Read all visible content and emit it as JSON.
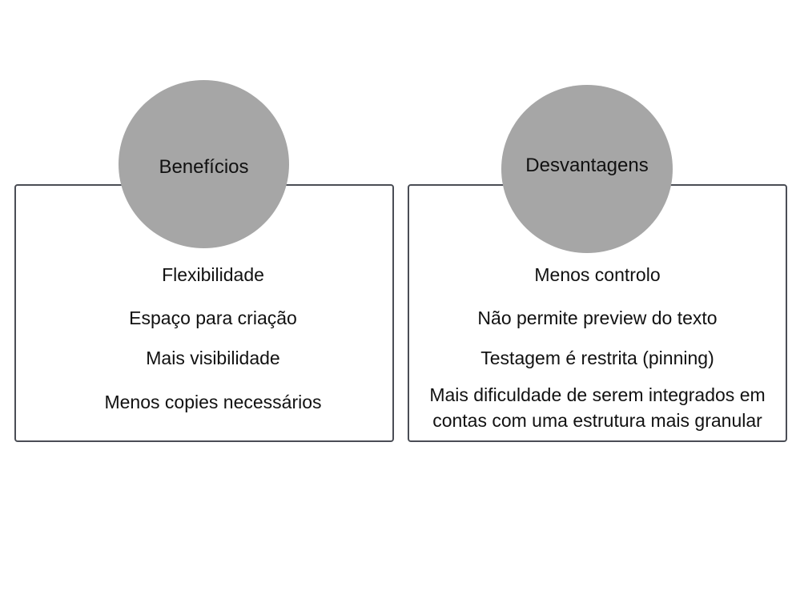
{
  "benefits": {
    "title": "Benefícios",
    "items": [
      "Flexibilidade",
      "Espaço para criação",
      "Mais visibilidade",
      "Menos copies necessários"
    ]
  },
  "disadvantages": {
    "title": "Desvantagens",
    "items": [
      "Menos controlo",
      "Não permite preview do texto",
      "Testagem é restrita (pinning)",
      "Mais dificuldade de serem integrados em contas com uma estrutura mais granular"
    ]
  },
  "colors": {
    "circle_fill": "#a6a6a6",
    "panel_border": "#4a4d55",
    "text": "#111111"
  }
}
